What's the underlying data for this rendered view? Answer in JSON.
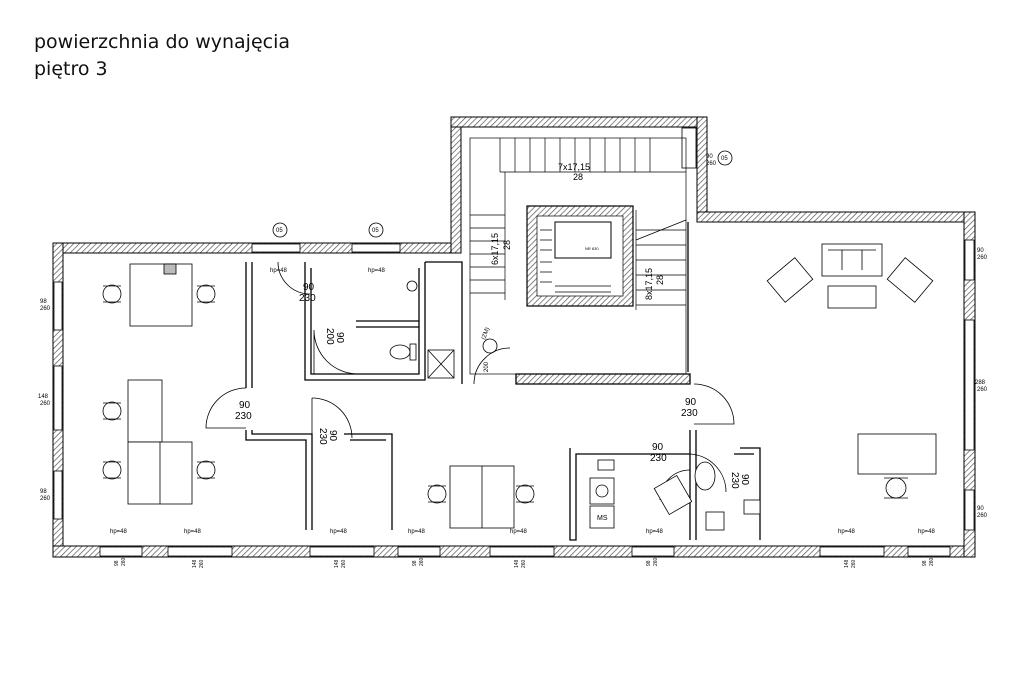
{
  "title": {
    "line1": "powierzchnia do wynajęcia",
    "line2": "piętro 3"
  },
  "plan": {
    "stair_label_top": "7x17,15",
    "stair_label_top2": "28",
    "stair_left_a": "6x17,15",
    "stair_left_b": "28",
    "stair_right_a": "8x17,15",
    "stair_right_b": "28",
    "elevator_label": "NR 630",
    "hp48": "hp=48",
    "tag05": "05",
    "door_90": "90",
    "door_230": "230",
    "door_200": "200",
    "win_98": "98",
    "win_148": "148",
    "win_260": "260",
    "win_288": "288",
    "win_90": "90",
    "zmp": "(ZM)",
    "v200": "200"
  }
}
